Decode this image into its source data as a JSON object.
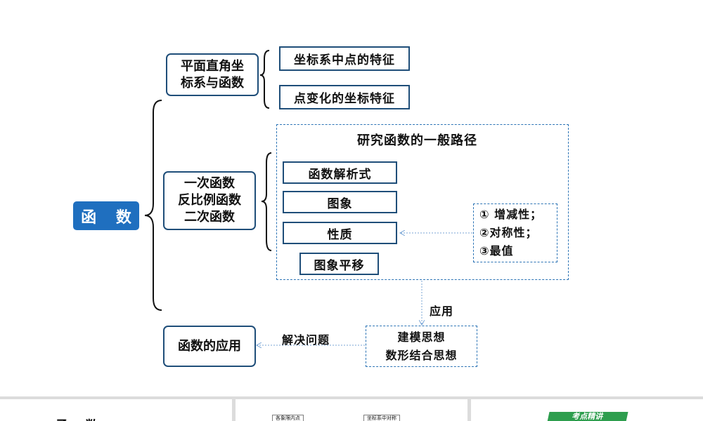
{
  "root": "函 数",
  "branch1": {
    "title_line1": "平面直角坐",
    "title_line2": "标系与函数",
    "items": [
      "坐标系中点的特征",
      "点变化的坐标特征"
    ]
  },
  "branch2": {
    "title_lines": [
      "一次函数",
      "反比例函数",
      "二次函数"
    ],
    "panel_title": "研究函数的一般路径",
    "items": [
      "函数解析式",
      "图象",
      "性质",
      "图象平移"
    ],
    "properties": [
      "① 增减性；",
      "②对称性；",
      "③最值"
    ]
  },
  "application": {
    "arrow_label": "应用",
    "methods": [
      "建模思想",
      "数形结合思想"
    ],
    "solve_label": "解决问题",
    "target": "函数的应用"
  },
  "thumbnails": {
    "t1_text": "函 数",
    "t2_tags": [
      "各象限内点",
      "坐标系中对称"
    ],
    "t3_tag": "考点精讲"
  }
}
